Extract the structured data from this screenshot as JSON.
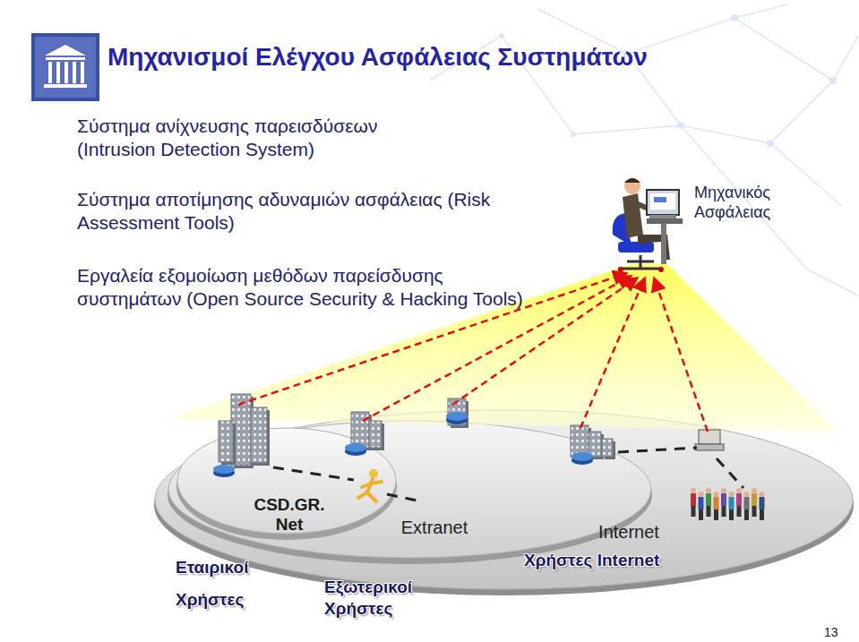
{
  "diagram": {
    "title": "Μηχανισμοί Ελέγχου Ασφάλειας Συστημάτων",
    "nodes": [
      {
        "text": [
          "Internet"
        ]
      },
      {
        "text": [
          "Extranet"
        ],
        "in": 0
      },
      {
        "text": [
          "CSD.GR. Net"
        ],
        "in": 1
      }
    ],
    "labels": [
      "Σύστημα ανίχνευσης παρεισδύσεων (Intrusion Detection System)",
      "Σύστημα αποτίμησης αδυναμιών ασφάλειας (Risk Assessment Tools)",
      "Εργαλεία εξομοίωση μεθόδων παρείσδυσης συστημάτων (Open Source Security & Hacking Tools)",
      "Μηχανικός Ασφάλειας",
      "Εταιρικοί Χρήστες",
      "Εξωτερικοί Χρήστες",
      "Χρήστες Internet",
      "13"
    ]
  }
}
